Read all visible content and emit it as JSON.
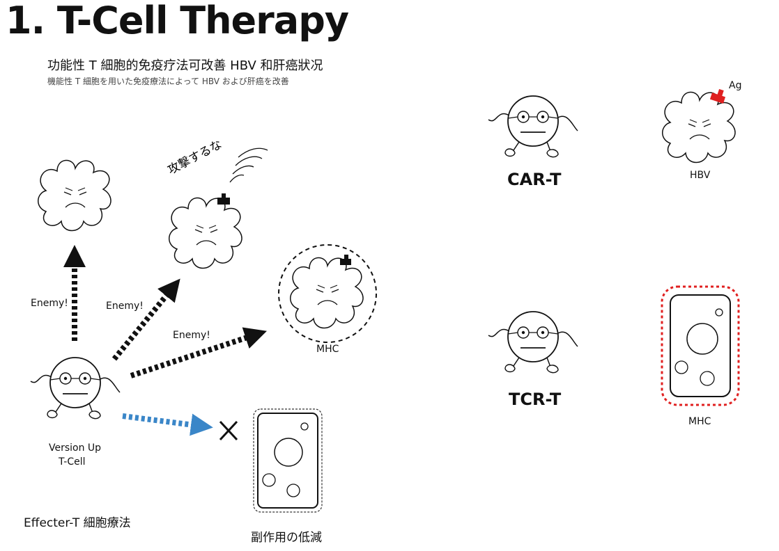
{
  "title": "1. T-Cell Therapy",
  "subtitle_zh": "功能性 T 細胞的免疫疗法可改善 HBV 和肝癌狀况",
  "subtitle_ja": "機能性 T 細胞を用いた免疫療法によって HBV および肝癌を改善",
  "left": {
    "attack_text": "攻撃するな",
    "enemy_1": "Enemy!",
    "enemy_2": "Enemy!",
    "enemy_3": "Enemy!",
    "mhc_label": "MHC",
    "tcell_label_1": "Version Up",
    "tcell_label_2": "T-Cell",
    "therapy_label": "Effecter-T 細胞療法",
    "side_effect_label": "副作用の低減"
  },
  "right": {
    "cart_label": "CAR-T",
    "tcrt_label": "TCR-T",
    "hbv_label": "HBV",
    "ag_label": "Ag",
    "mhc_label": "MHC"
  },
  "colors": {
    "arrow_black": "#111111",
    "arrow_blue": "#3a86c8",
    "antigen_red": "#e02020",
    "mhc_border_red": "#e02020"
  }
}
